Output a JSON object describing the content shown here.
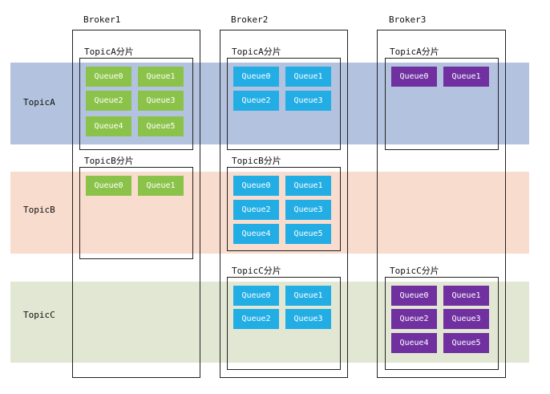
{
  "colors": {
    "topicA_band": "#b3c3df",
    "topicB_band": "#f8dccd",
    "topicC_band": "#e1e7d3",
    "green_queue": "#8bc34a",
    "blue_queue": "#22ade5",
    "purple_queue": "#7030a0"
  },
  "topics": [
    {
      "label": "TopicA"
    },
    {
      "label": "TopicB"
    },
    {
      "label": "TopicC"
    }
  ],
  "brokers": [
    {
      "label": "Broker1",
      "shards": [
        {
          "label": "TopicA分片",
          "queues": [
            "Queue0",
            "Queue1",
            "Queue2",
            "Queue3",
            "Queue4",
            "Queue5"
          ]
        },
        {
          "label": "TopicB分片",
          "queues": [
            "Queue0",
            "Queue1"
          ]
        }
      ]
    },
    {
      "label": "Broker2",
      "shards": [
        {
          "label": "TopicA分片",
          "queues": [
            "Queue0",
            "Queue1",
            "Queue2",
            "Queue3"
          ]
        },
        {
          "label": "TopicB分片",
          "queues": [
            "Queue0",
            "Queue1",
            "Queue2",
            "Queue3",
            "Queue4",
            "Queue5"
          ]
        },
        {
          "label": "TopicC分片",
          "queues": [
            "Queue0",
            "Queue1",
            "Queue2",
            "Queue3"
          ]
        }
      ]
    },
    {
      "label": "Broker3",
      "shards": [
        {
          "label": "TopicA分片",
          "queues": [
            "Queue0",
            "Queue1"
          ]
        },
        {
          "label": "TopicC分片",
          "queues": [
            "Queue0",
            "Queue1",
            "Queue2",
            "Queue3",
            "Queue4",
            "Queue5"
          ]
        }
      ]
    }
  ]
}
